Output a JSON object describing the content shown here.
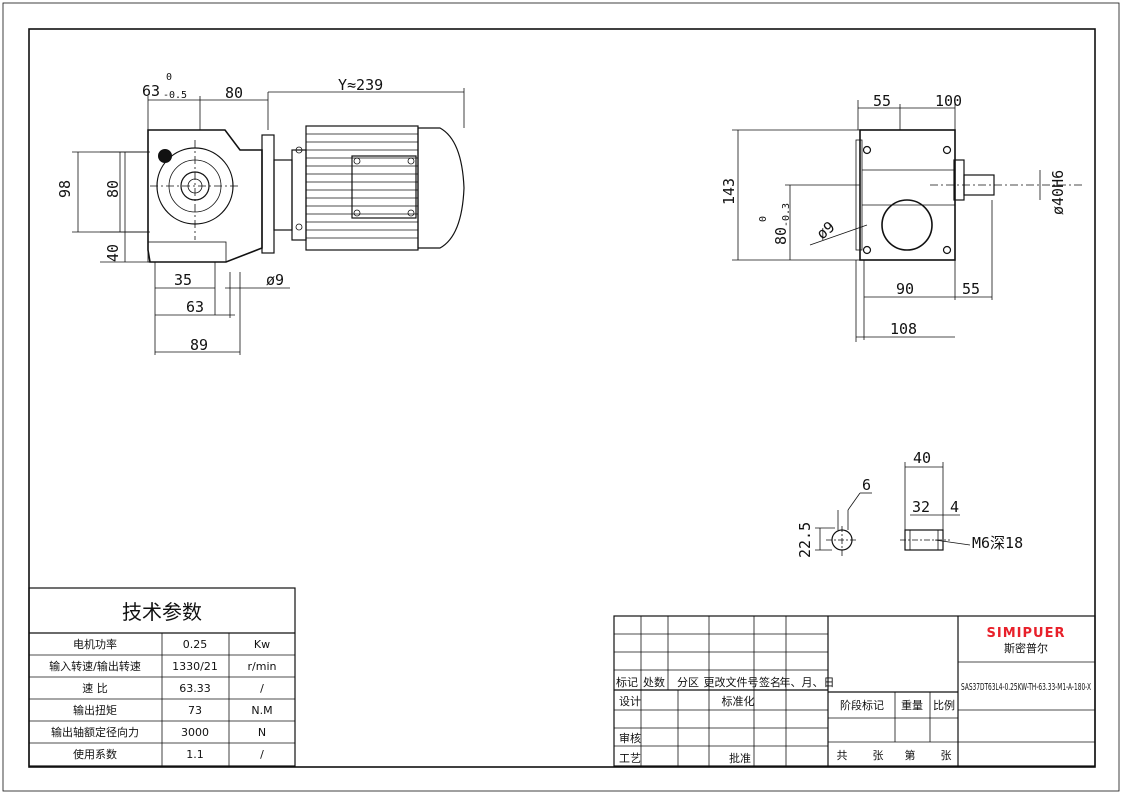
{
  "dims_left": {
    "d63": "63",
    "d63_tol_upper": "0",
    "d63_tol_lower": "-0.5",
    "d80_top": "80",
    "y239": "Y≈239",
    "d98": "98",
    "d80_side": "80",
    "d40": "40",
    "d35": "35",
    "d63_bottom": "63",
    "d89": "89",
    "hole9": "ø9"
  },
  "dims_right": {
    "d55_top": "55",
    "d100": "100",
    "d143": "143",
    "d80": "80",
    "d80_tol_upper": "0",
    "d80_tol_lower": "-0.3",
    "hole9": "ø9",
    "bore": "ø40H6",
    "d90": "90",
    "d55_bottom": "55",
    "d108": "108"
  },
  "dims_detail": {
    "d6": "6",
    "d22_5": "22.5",
    "d40": "40",
    "d32": "32",
    "d4": "4",
    "thread": "M6深18"
  },
  "tech_table": {
    "title": "技术参数",
    "rows": [
      {
        "label": "电机功率",
        "value": "0.25",
        "unit": "Kw"
      },
      {
        "label": "输入转速/输出转速",
        "value": "1330/21",
        "unit": "r/min"
      },
      {
        "label": "速  比",
        "value": "63.33",
        "unit": "/"
      },
      {
        "label": "输出扭矩",
        "value": "73",
        "unit": "N.M"
      },
      {
        "label": "输出轴额定径向力",
        "value": "3000",
        "unit": "N"
      },
      {
        "label": "使用系数",
        "value": "1.1",
        "unit": "/"
      }
    ]
  },
  "title_block": {
    "headers": [
      "标记",
      "处数",
      "分区",
      "更改文件号",
      "签名",
      "年、月、日"
    ],
    "design": "设计",
    "standardize": "标准化",
    "review": "审核",
    "process": "工艺",
    "approve": "批准",
    "stage_mark": "阶段标记",
    "weight": "重量",
    "scale": "比例",
    "total": "共",
    "sheets": "张",
    "sheet_no": "第",
    "sheet_unit": "张",
    "brand_en": "SIMIPUER",
    "brand_cn": "斯密普尔",
    "model": "SAS37DT63L4-0.25KW-TH-63.33-M1-A-180-X"
  },
  "colors": {
    "brand": "#e8202a",
    "line": "#111111"
  }
}
